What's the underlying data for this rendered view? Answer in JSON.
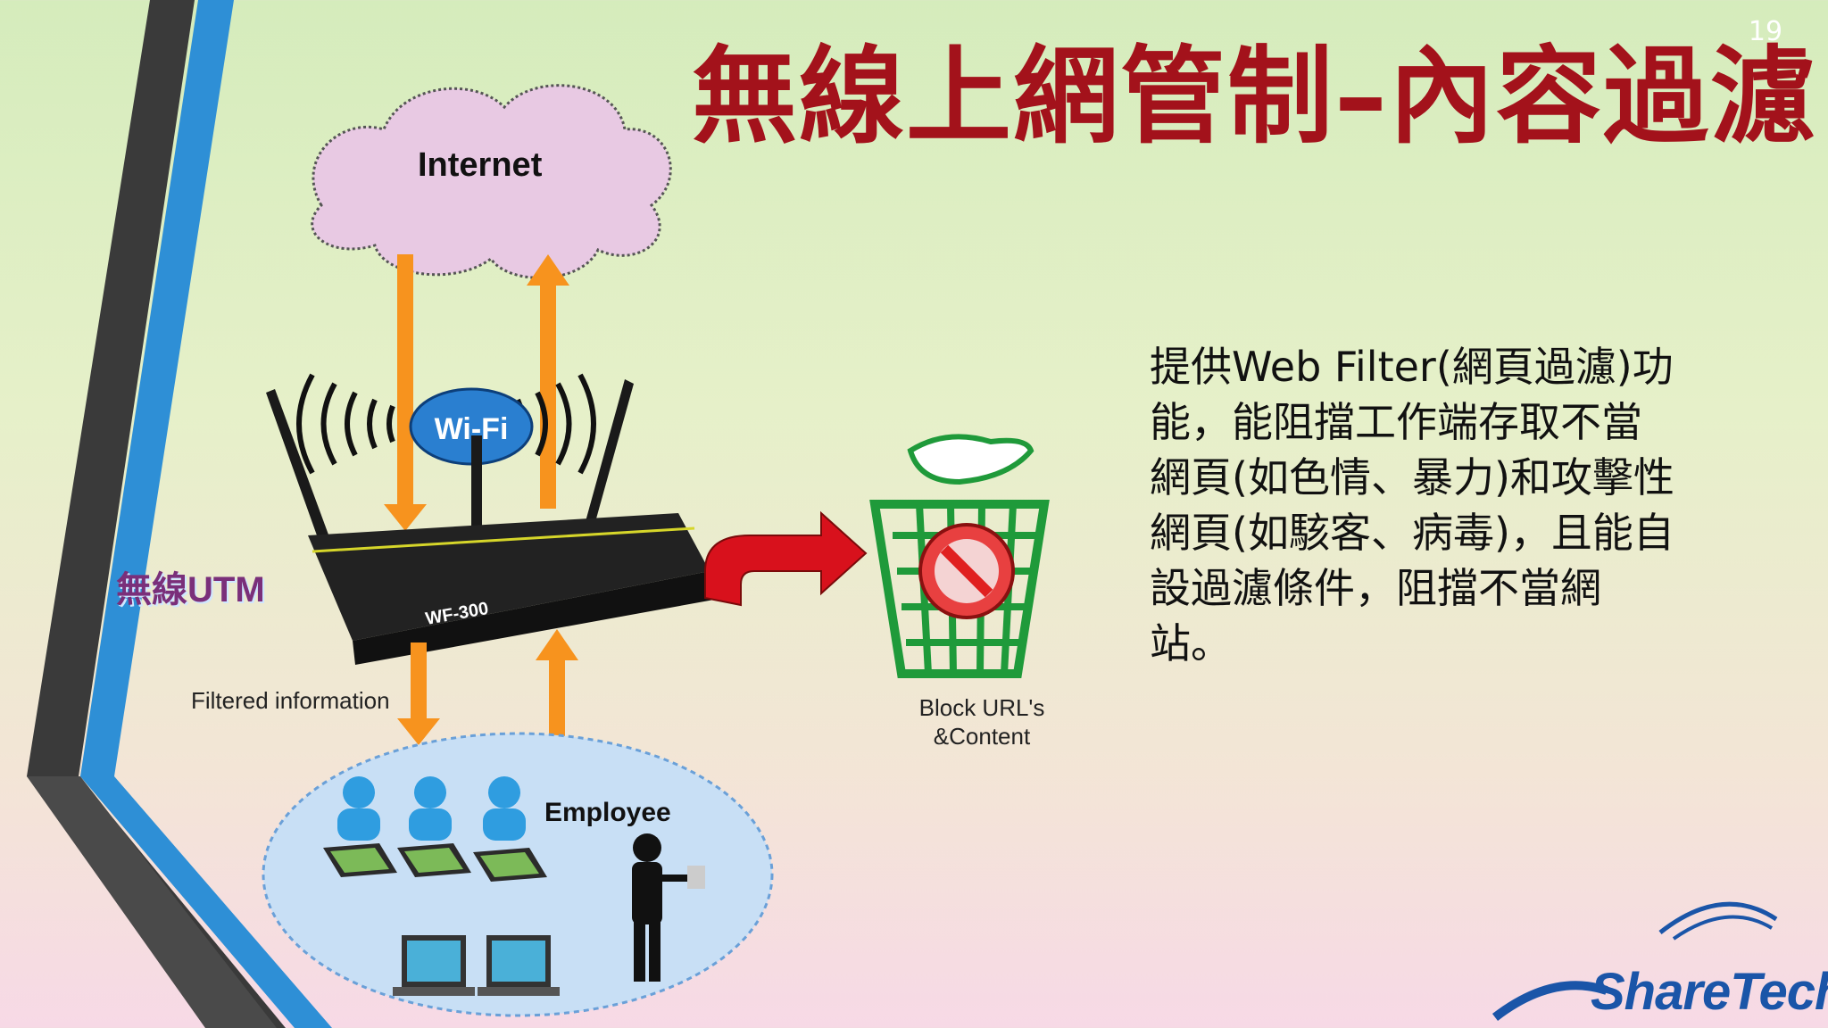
{
  "slide": {
    "page_number": "19",
    "title": "無線上網管制–內容過濾",
    "body_lines": [
      "提供Web Filter(網頁過濾)功",
      "能，能阻擋工作端存取不當",
      "網頁(如色情、暴力)和攻擊性",
      "網頁(如駭客、病毒)，且能自",
      "設過濾條件，阻擋不當網",
      "站。"
    ]
  },
  "diagram": {
    "internet_label": "Internet",
    "wifi_label": "Wi-Fi",
    "device_model": "WF-300",
    "utm_label": "無線UTM",
    "filtered_label": "Filtered information",
    "block_label_1": "Block URL's",
    "block_label_2": "&Content",
    "employee_label": "Employee"
  },
  "logo": {
    "text": "ShareTech"
  },
  "colors": {
    "title": "#a3121b",
    "arrow": "#f7931e",
    "trash": "#1f9a3a",
    "logo": "#1a55a8",
    "stripe_blue": "#2e8fd6",
    "stripe_dark": "#3a3a3a"
  }
}
